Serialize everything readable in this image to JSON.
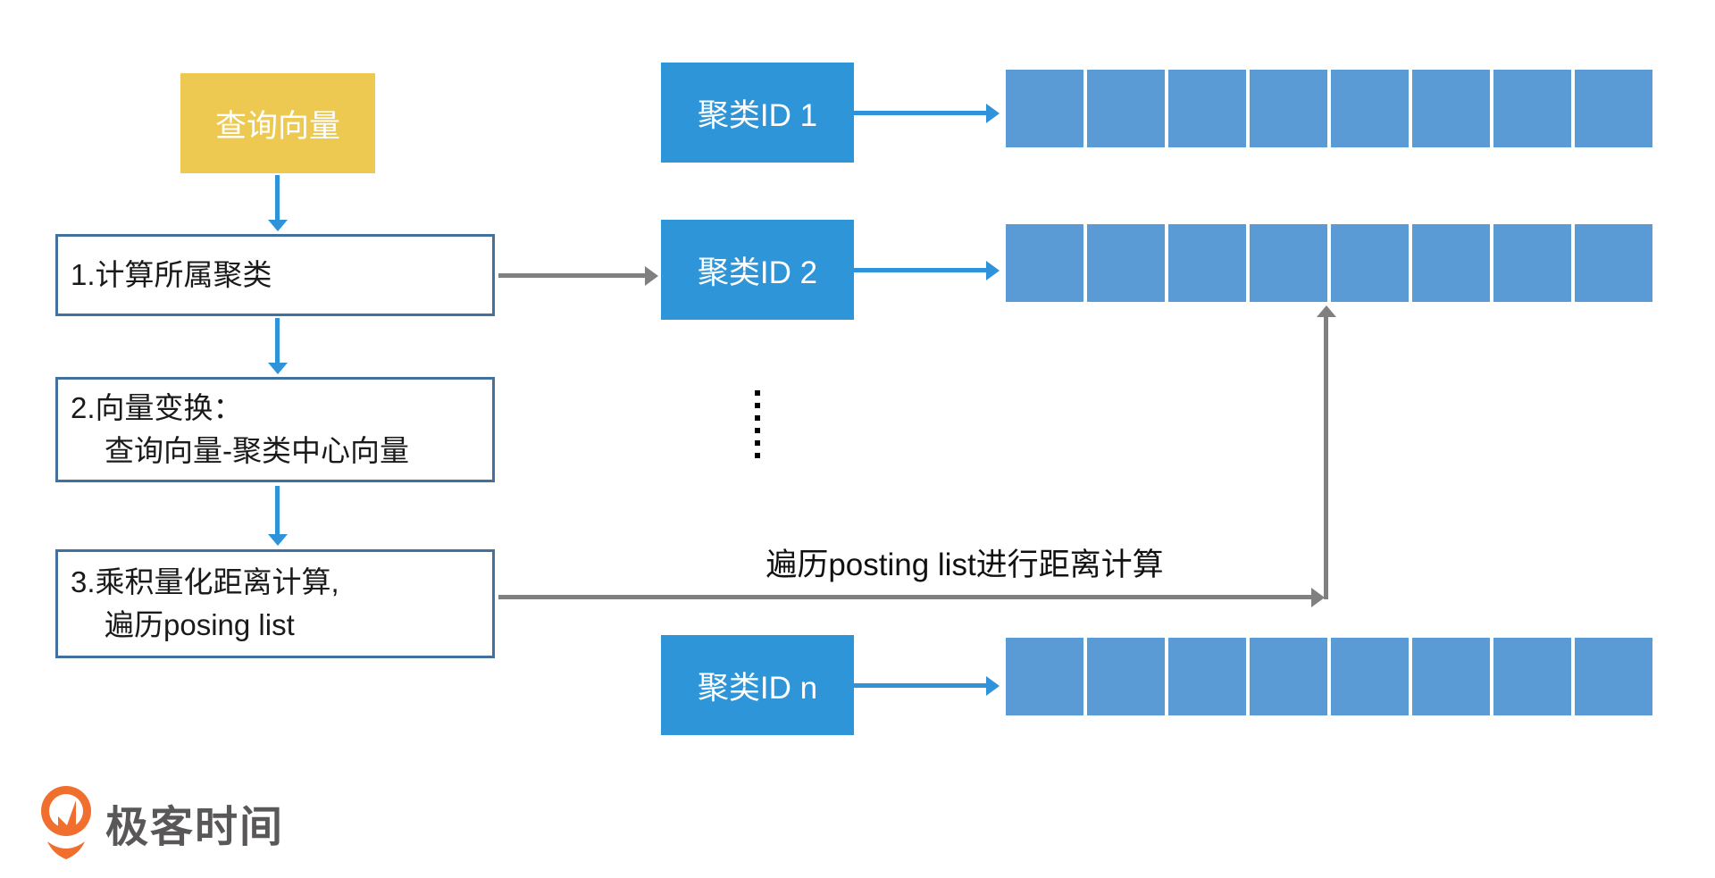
{
  "colors": {
    "gold": "#EDC951",
    "cluster-blue": "#2E96D8",
    "cell-blue": "#5B9BD5",
    "arrow-blue": "#2E93D8",
    "arrow-gray": "#808080",
    "box-border": "#41719C",
    "logo-orange": "#F06F2E",
    "logo-gray": "#595757"
  },
  "flow": {
    "query_label": "查询向量",
    "steps": [
      {
        "lines": [
          "1.计算所属聚类"
        ]
      },
      {
        "lines": [
          "2.向量变换：",
          "查询向量-聚类中心向量"
        ]
      },
      {
        "lines": [
          "3.乘积量化距离计算,",
          "遍历posing list"
        ]
      }
    ]
  },
  "clusters": [
    {
      "label": "聚类ID 1",
      "cells": 8
    },
    {
      "label": "聚类ID 2",
      "cells": 8
    },
    {
      "label": "聚类ID n",
      "cells": 8
    }
  ],
  "ellipsis": {
    "count": 6
  },
  "annotation": "遍历posting list进行距离计算",
  "logo": {
    "text": "极客时间"
  }
}
